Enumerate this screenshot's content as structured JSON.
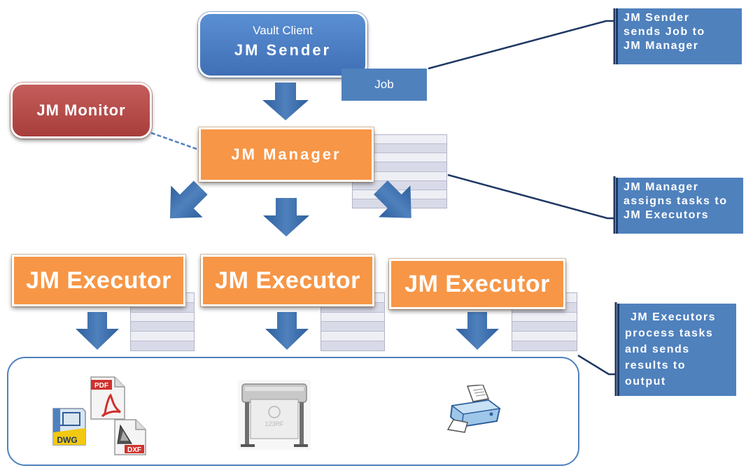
{
  "sender": {
    "line1": "Vault Client",
    "line2": "JM Sender"
  },
  "job_label": "Job",
  "monitor": {
    "label": "JM Monitor"
  },
  "manager": {
    "label": "JM Manager"
  },
  "executors": [
    {
      "label": "JM Executor"
    },
    {
      "label": "JM Executor"
    },
    {
      "label": "JM Executor"
    }
  ],
  "callouts": {
    "sender": [
      "JM Sender",
      "sends Job to",
      "JM Manager"
    ],
    "manager": [
      "JM Manager",
      "assigns tasks to",
      "JM Executors"
    ],
    "executors": [
      "JM Executors",
      "process tasks",
      "and sends",
      "results to",
      "output"
    ]
  },
  "outputs": {
    "file_icons": [
      {
        "icon": "pdf-file-icon",
        "label": "PDF"
      },
      {
        "icon": "dwg-file-icon",
        "label": "DWG"
      },
      {
        "icon": "dxf-file-icon",
        "label": "DXF"
      }
    ],
    "plotter": {
      "icon": "plotter-icon",
      "watermark": "123RF"
    },
    "printer": {
      "icon": "printer-icon"
    }
  },
  "colors": {
    "blue": "#4f81bd",
    "orange": "#f79646",
    "red": "#c0504d",
    "dark_line": "#1f3864"
  }
}
